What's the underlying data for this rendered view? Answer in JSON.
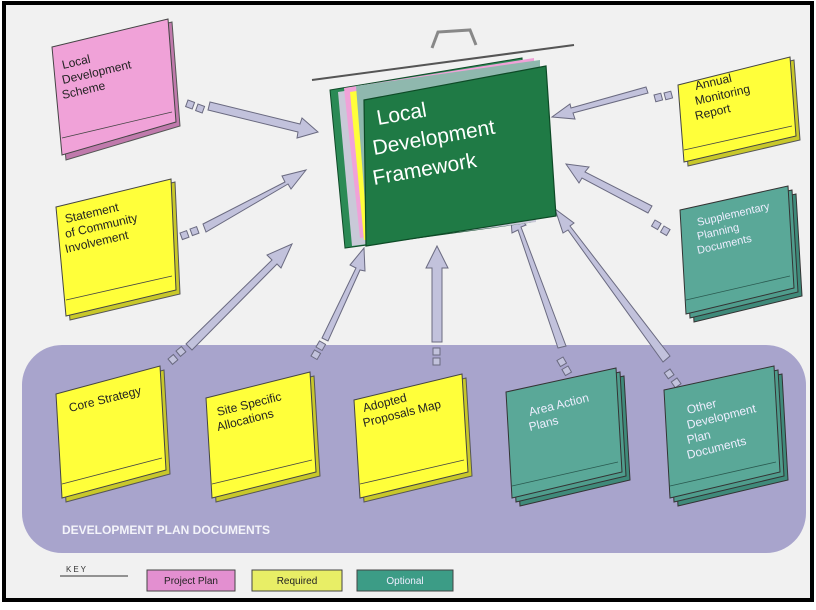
{
  "center": {
    "lines": [
      "Local",
      "Development",
      "Framework"
    ]
  },
  "documents": {
    "lds": {
      "lines": [
        "Local",
        "Development",
        "Scheme"
      ]
    },
    "sci": {
      "lines": [
        "Statement",
        "of Community",
        "Involvement"
      ]
    },
    "amr": {
      "lines": [
        "Annual",
        "Monitoring",
        "Report"
      ]
    },
    "spd": {
      "lines": [
        "Supplementary",
        "Planning",
        "Documents"
      ]
    },
    "core": {
      "lines": [
        "Core Strategy"
      ]
    },
    "site": {
      "lines": [
        "Site Specific",
        "Allocations"
      ]
    },
    "apm": {
      "lines": [
        "Adopted",
        "Proposals Map"
      ]
    },
    "aap": {
      "lines": [
        "Area Action",
        "Plans"
      ]
    },
    "other": {
      "lines": [
        "Other",
        "Development",
        "Plan",
        "Documents"
      ]
    }
  },
  "dpd_label": "DEVELOPMENT PLAN DOCUMENTS",
  "key": {
    "title": "KEY",
    "items": [
      {
        "label": "Project Plan",
        "color": "#e38fd0"
      },
      {
        "label": "Required",
        "color": "#e8ee66"
      },
      {
        "label": "Optional",
        "color": "#3c9c86"
      }
    ]
  },
  "colors": {
    "project_plan": "#f0a2d8",
    "required": "#ffff3a",
    "optional": "#4f9c8c",
    "center_folder": "#1f7a45",
    "arrow": "#c2c2dc",
    "panel": "#a8a4cc"
  }
}
